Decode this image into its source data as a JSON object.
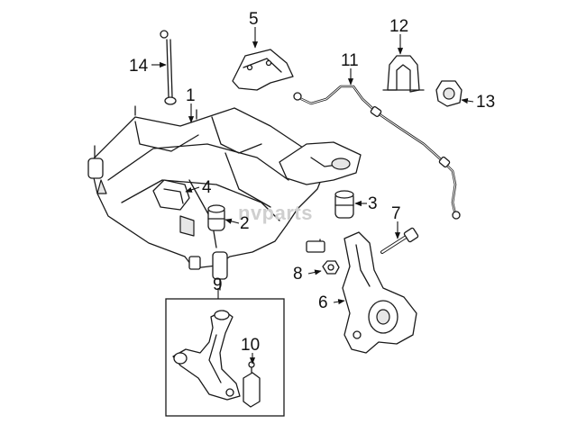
{
  "callouts": {
    "c1": "1",
    "c2": "2",
    "c3": "3",
    "c4": "4",
    "c5": "5",
    "c6": "6",
    "c7": "7",
    "c8": "8",
    "c9": "9",
    "c10": "10",
    "c11": "11",
    "c12": "12",
    "c13": "13",
    "c14": "14"
  },
  "watermark": "nvparts",
  "colors": {
    "ink": "#1a1a1a",
    "watermark": "#cfcfcf",
    "background": "#ffffff"
  }
}
